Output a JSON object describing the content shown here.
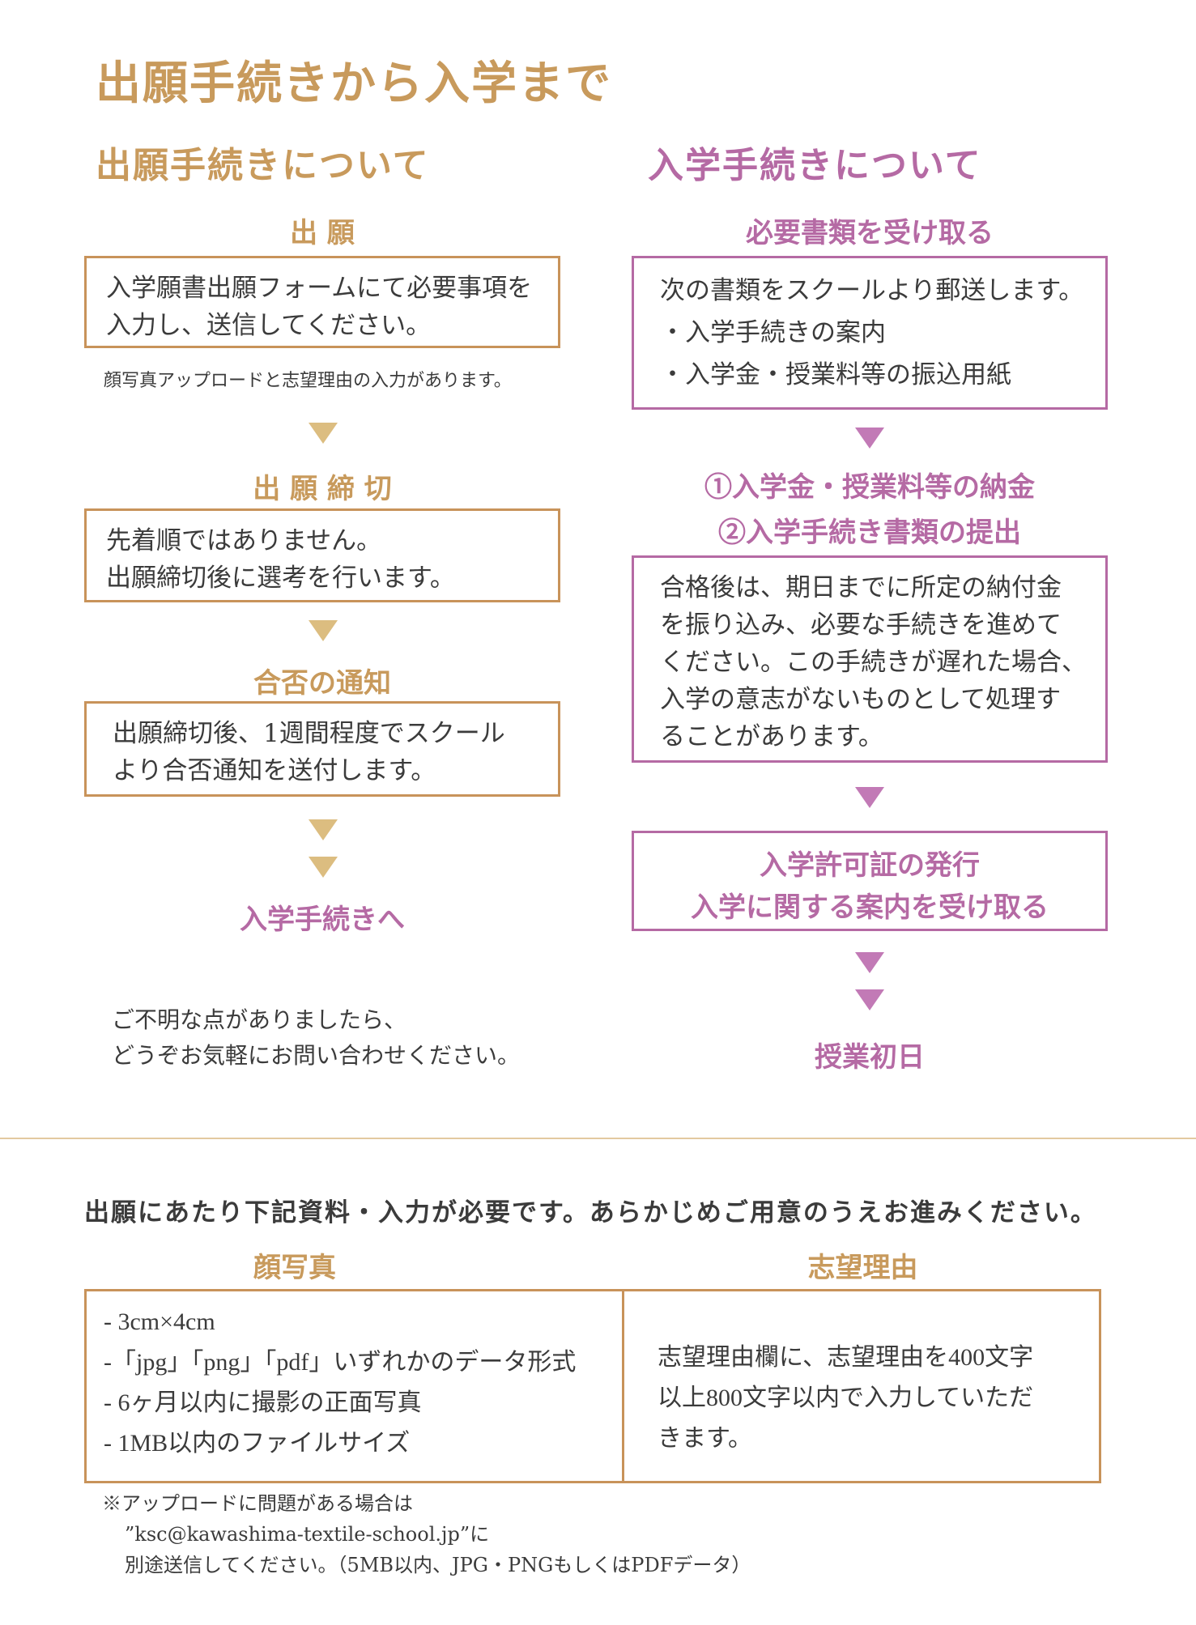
{
  "page_title": "出願手続きから入学まで",
  "left": {
    "heading": "出願手続きについて",
    "step1": {
      "title": "出 願",
      "lines": [
        "入学願書出願フォームにて必要事項を",
        "入力し、送信してください。"
      ],
      "note": "顔写真アップロードと志望理由の入力があります。"
    },
    "step2": {
      "title": "出 願 締 切",
      "lines": [
        "先着順ではありません。",
        "出願締切後に選考を行います。"
      ]
    },
    "step3": {
      "title": "合否の通知",
      "lines": [
        "出願締切後、1週間程度でスクール",
        "より合否通知を送付します。"
      ]
    },
    "next": "入学手続きへ",
    "contact": [
      "ご不明な点がありましたら、",
      "どうぞお気軽にお問い合わせください。"
    ]
  },
  "right": {
    "heading": "入学手続きについて",
    "step1": {
      "title": "必要書類を受け取る",
      "lines": [
        "次の書類をスクールより郵送します。",
        "・入学手続きの案内",
        "・入学金・授業料等の振込用紙"
      ]
    },
    "step2": {
      "title_lines": [
        "①入学金・授業料等の納金",
        "②入学手続き書類の提出"
      ],
      "lines": [
        "合格後は、期日までに所定の納付金",
        "を振り込み、必要な手続きを進めて",
        "ください。この手続きが遅れた場合、",
        "入学の意志がないものとして処理す",
        "ることがあります。"
      ]
    },
    "step3": {
      "lines": [
        "入学許可証の発行",
        "入学に関する案内を受け取る"
      ]
    },
    "final": "授業初日"
  },
  "requirements": {
    "heading": "出願にあたり下記資料・入力が必要です。あらかじめご用意のうえお進みください。",
    "photo": {
      "title": "顔写真",
      "items": [
        "- 3cm×4cm",
        "-「jpg」「png」「pdf」いずれかのデータ形式",
        "-  6ヶ月以内に撮影の正面写真",
        "- 1MB以内のファイルサイズ"
      ]
    },
    "reason": {
      "title": "志望理由",
      "lines": [
        "志望理由欄に、志望理由を400文字",
        "以上800文字以内で入力していただ",
        "きます。"
      ]
    },
    "footnote": [
      "※アップロードに問題がある場合は",
      "”ksc@kawashima-textile-school.jp”に",
      "別途送信してください。（5MB以内、JPG・PNGもしくはPDFデータ）"
    ]
  },
  "colors": {
    "gold": "#c8935a",
    "pink": "#b56aa4"
  }
}
